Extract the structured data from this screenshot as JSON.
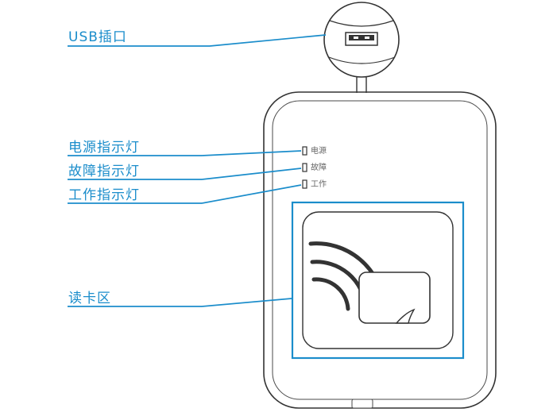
{
  "colors": {
    "accent": "#1b8dcb",
    "outline": "#333333",
    "led_label": "#666666"
  },
  "callouts": {
    "usb_port": "USB插口",
    "power_indicator": "电源指示灯",
    "fault_indicator": "故障指示灯",
    "work_indicator": "工作指示灯",
    "card_reading_area": "读卡区"
  },
  "device": {
    "leds": [
      {
        "label": "电源"
      },
      {
        "label": "故障"
      },
      {
        "label": "工作"
      }
    ]
  },
  "icons": {
    "usb_connector": "usb-connector-icon",
    "wireless_waves": "wireless-waves-icon",
    "contactless_card": "contactless-card-icon"
  }
}
